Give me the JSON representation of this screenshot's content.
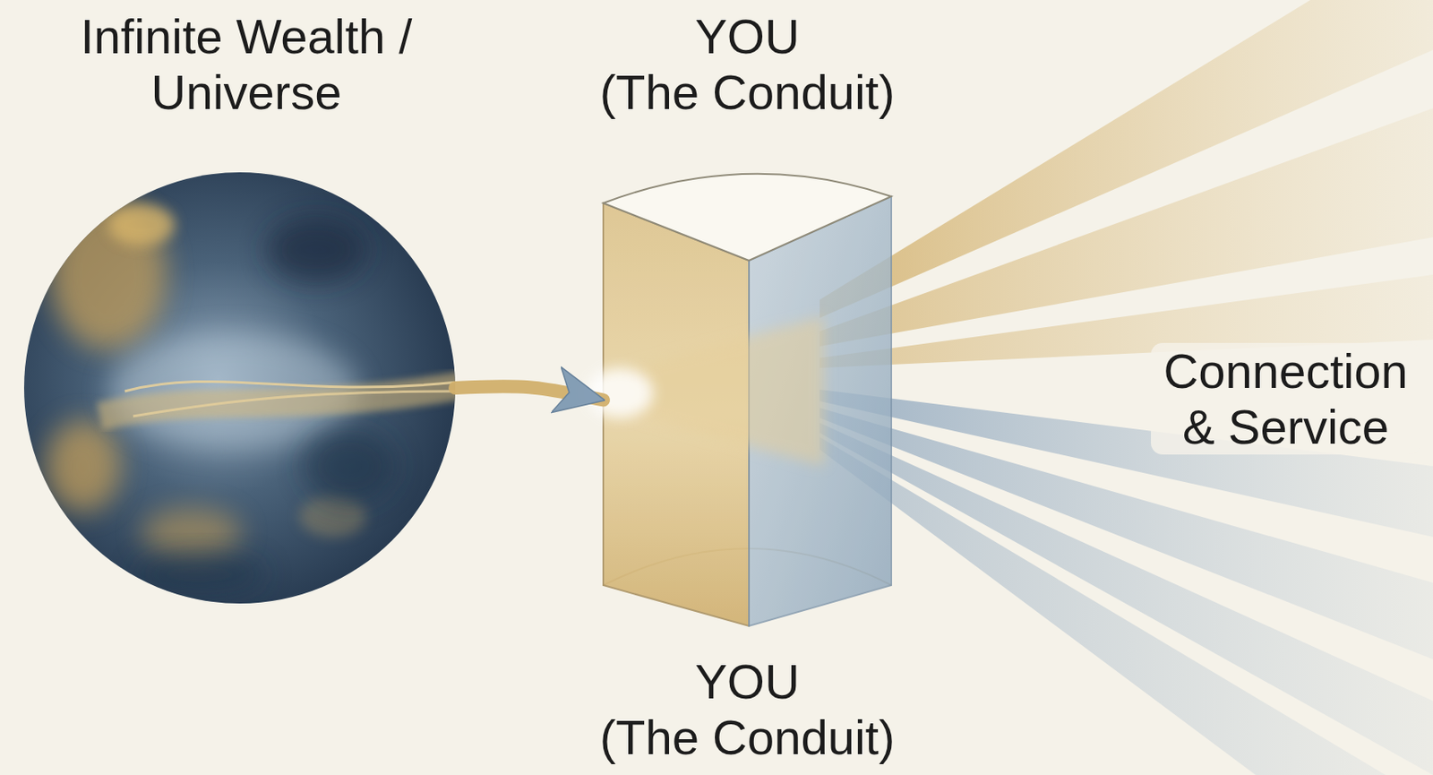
{
  "diagram": {
    "nodes": [
      {
        "text": [
          "Infinite Wealth / Universe"
        ]
      },
      {
        "text": [
          "YOU (The Conduit)",
          "YOU (The Conduit)"
        ]
      }
    ],
    "edges": [
      {
        "from": 0,
        "to": 1,
        "arrow": "to"
      }
    ],
    "labels": [
      "Connection & Service"
    ]
  }
}
